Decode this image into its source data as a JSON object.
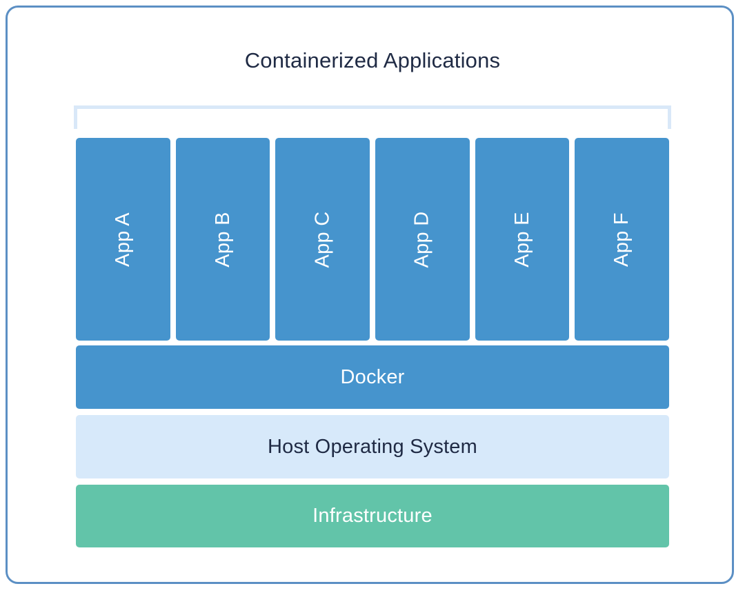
{
  "diagram": {
    "title": "Containerized Applications",
    "type": "docker-architecture-stack",
    "colors": {
      "frame_border": "#5b8fc4",
      "bracket": "#d9e8f8",
      "app_box": "#4694cd",
      "docker": "#4694cd",
      "host_os": "#d7e9fa",
      "infrastructure": "#62c4a9",
      "title_text": "#1f2a44",
      "light_text": "#ffffff",
      "background": "#ffffff"
    },
    "apps": [
      {
        "label": "App A"
      },
      {
        "label": "App B"
      },
      {
        "label": "App C"
      },
      {
        "label": "App D"
      },
      {
        "label": "App E"
      },
      {
        "label": "App F"
      }
    ],
    "layers": [
      {
        "label": "Docker"
      },
      {
        "label": "Host Operating System"
      },
      {
        "label": "Infrastructure"
      }
    ]
  }
}
